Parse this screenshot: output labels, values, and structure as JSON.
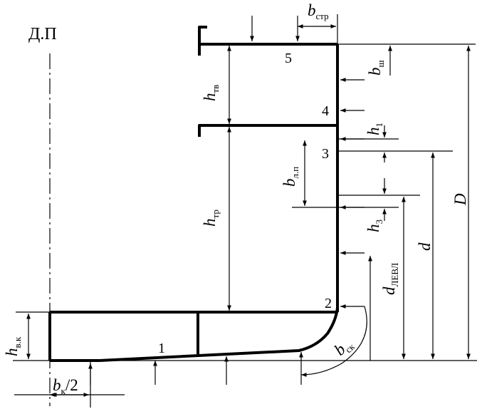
{
  "diagram": {
    "centerline_label": "Д.П",
    "point_labels": [
      "1",
      "2",
      "3",
      "4",
      "5"
    ],
    "dimensions": {
      "h_vk": {
        "sym": "h",
        "sub": "в.к"
      },
      "bk_half": {
        "sym": "b",
        "sub": "к",
        "tail": "/2"
      },
      "h_tv": {
        "sym": "h",
        "sub": "тв"
      },
      "h_tr": {
        "sym": "h",
        "sub": "тр"
      },
      "b_str": {
        "sym": "b",
        "sub": "стр"
      },
      "b_sh": {
        "sym": "b",
        "sub": "ш"
      },
      "h_1": {
        "sym": "h",
        "sub": "1"
      },
      "h_3": {
        "sym": "h",
        "sub": "3"
      },
      "b_lp": {
        "sym": "b",
        "sub": "л.п"
      },
      "b_sk": {
        "sym": "b",
        "sub": "ск"
      },
      "d_kvl": {
        "sym": "d",
        "sub": "ЛЕВЛ"
      },
      "d": {
        "sym": "d",
        "sub": ""
      },
      "D": {
        "sym": "D",
        "sub": ""
      }
    }
  }
}
